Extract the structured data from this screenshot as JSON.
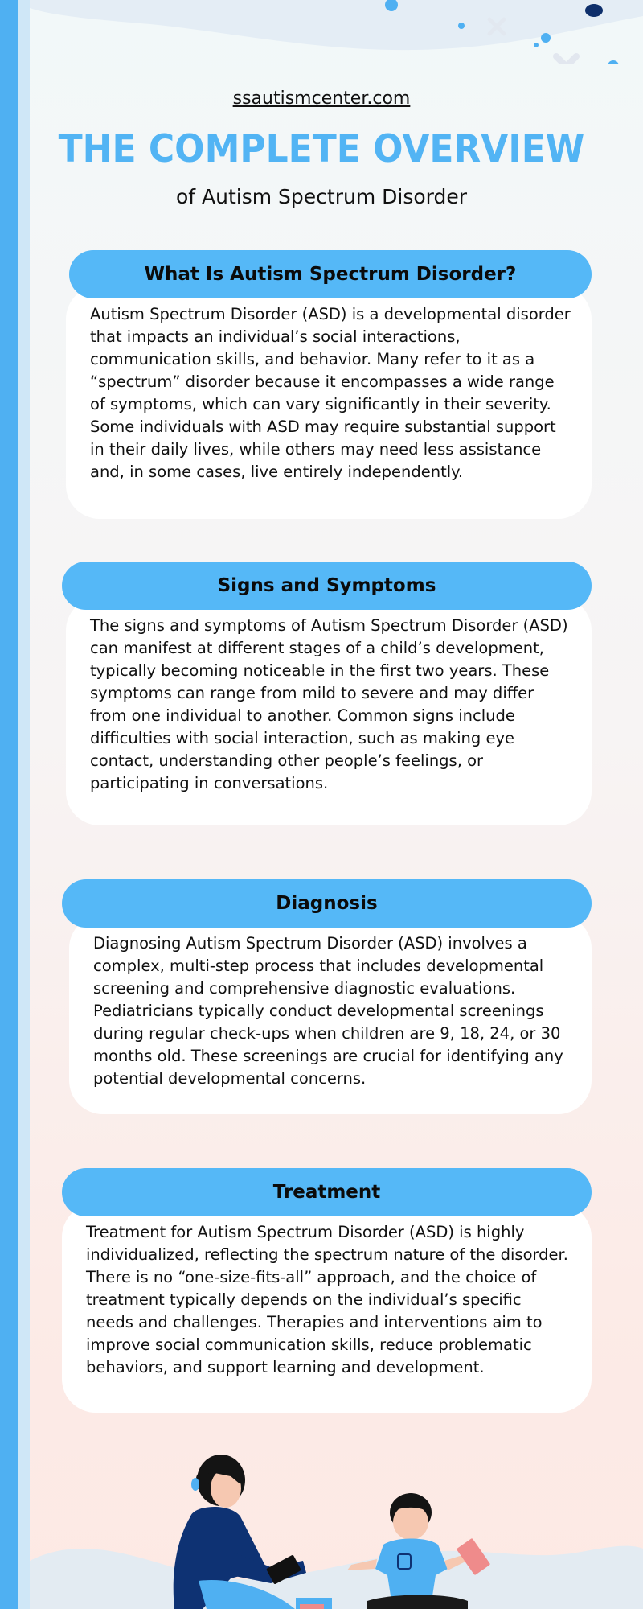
{
  "header": {
    "site_url": "ssautismcenter.com",
    "title": "THE COMPLETE OVERVIEW",
    "subtitle": "of Autism Spectrum Disorder"
  },
  "sections": [
    {
      "heading": "What Is Autism Spectrum Disorder?",
      "body": "Autism Spectrum Disorder (ASD) is a developmental disorder that impacts an individual’s social interactions, communication skills, and behavior. Many refer to it as a “spectrum” disorder because it encompasses a wide range of symptoms, which can vary significantly in their severity. Some individuals with ASD may require substantial support in their daily lives, while others may need less assistance and, in some cases, live entirely independently."
    },
    {
      "heading": "Signs and Symptoms",
      "body": "The signs and symptoms of Autism Spectrum Disorder (ASD) can manifest at different stages of a child’s development, typically becoming noticeable in the first two years. These symptoms can range from mild to severe and may differ from one individual to another. Common signs include difficulties with social interaction, such as making eye contact, understanding other people’s feelings, or participating in conversations."
    },
    {
      "heading": "Diagnosis",
      "body": "Diagnosing Autism Spectrum Disorder (ASD) involves a complex, multi-step process that includes developmental screening and comprehensive diagnostic evaluations. Pediatricians typically conduct developmental screenings during regular check-ups when children are 9, 18, 24, or 30 months old. These screenings are crucial for identifying any potential developmental concerns."
    },
    {
      "heading": "Treatment",
      "body": "Treatment for Autism Spectrum Disorder (ASD) is highly individualized, reflecting the spectrum nature of the disorder. There is no “one-size-fits-all” approach, and the choice of treatment typically depends on the individual’s specific needs and challenges. Therapies and interventions aim to improve social communication skills, reduce problematic behaviors, and support learning and development."
    }
  ],
  "colors": {
    "accent": "#55b8f7",
    "title": "#52b4f4",
    "sidebar": "#4fb0f2",
    "card": "#ffffff"
  },
  "icons": [
    "decorative-dots-icon",
    "x-mark-icon",
    "mother-child-illustration"
  ]
}
